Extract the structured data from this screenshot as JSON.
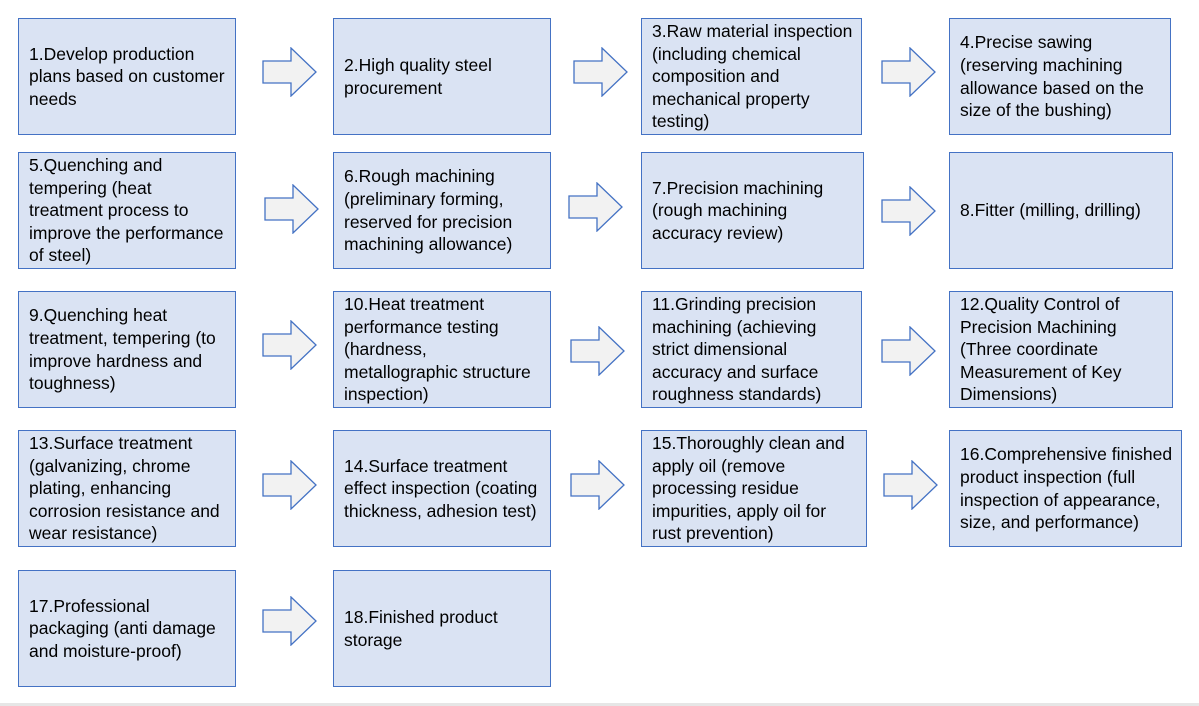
{
  "diagram": {
    "steps": [
      {
        "id": 1,
        "text": "1.Develop production plans based on customer needs"
      },
      {
        "id": 2,
        "text": "2.High quality steel procurement"
      },
      {
        "id": 3,
        "text": "3.Raw material inspection (including chemical composition and mechanical property testing)"
      },
      {
        "id": 4,
        "text": "4.Precise sawing (reserving machining allowance based on the size of the bushing)"
      },
      {
        "id": 5,
        "text": "5.Quenching and tempering (heat treatment process to improve the performance of steel)"
      },
      {
        "id": 6,
        "text": "6.Rough machining (preliminary forming, reserved for precision machining allowance)"
      },
      {
        "id": 7,
        "text": "7.Precision machining (rough machining accuracy review)"
      },
      {
        "id": 8,
        "text": "8.Fitter (milling, drilling)"
      },
      {
        "id": 9,
        "text": "9.Quenching heat treatment, tempering (to improve hardness and toughness)"
      },
      {
        "id": 10,
        "text": "10.Heat treatment performance testing (hardness, metallographic structure inspection)"
      },
      {
        "id": 11,
        "text": "11.Grinding precision machining (achieving strict dimensional accuracy and surface roughness standards)"
      },
      {
        "id": 12,
        "text": "12.Quality Control of Precision Machining (Three coordinate Measurement of Key Dimensions)"
      },
      {
        "id": 13,
        "text": "13.Surface treatment (galvanizing, chrome plating, enhancing corrosion resistance and wear resistance)"
      },
      {
        "id": 14,
        "text": "14.Surface treatment effect inspection (coating thickness, adhesion test)"
      },
      {
        "id": 15,
        "text": "15.Thoroughly clean and apply oil (remove processing residue impurities, apply oil for rust prevention)"
      },
      {
        "id": 16,
        "text": "16.Comprehensive finished product inspection (full inspection of appearance, size, and performance)"
      },
      {
        "id": 17,
        "text": "17.Professional packaging (anti damage and moisture-proof)"
      },
      {
        "id": 18,
        "text": "18.Finished product storage"
      }
    ],
    "colors": {
      "box_fill": "#dae3f3",
      "box_border": "#4472c4",
      "arrow_fill": "#f2f2f2",
      "arrow_stroke": "#4472c4",
      "text": "#000000"
    }
  }
}
